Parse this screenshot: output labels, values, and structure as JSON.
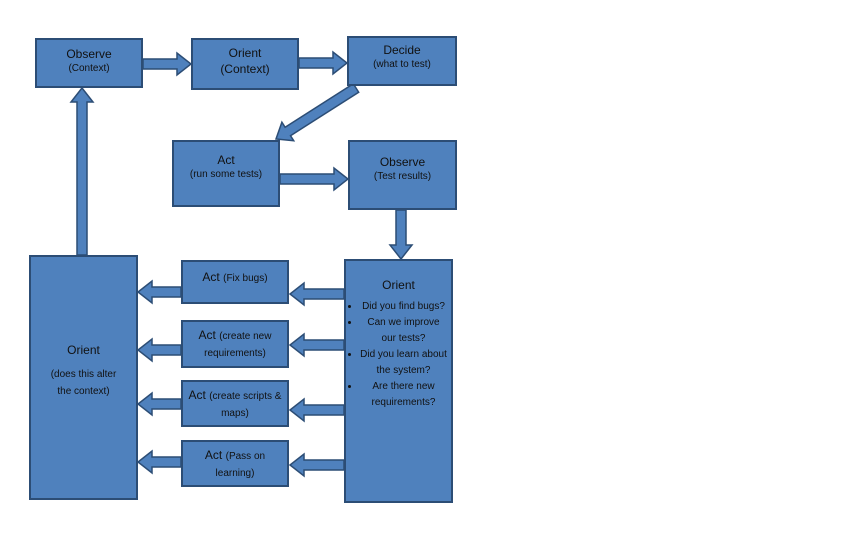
{
  "colors": {
    "fill": "#4f81bd",
    "border": "#2c4d75"
  },
  "nodes": {
    "observe_context": {
      "title": "Observe",
      "sub": "(Context)"
    },
    "orient_context": {
      "title": "Orient",
      "sub": "(Context)"
    },
    "decide": {
      "title": "Decide",
      "sub": "(what to test)"
    },
    "act_run": {
      "title": "Act",
      "sub": "(run some tests)"
    },
    "observe_results": {
      "title": "Observe",
      "sub": "(Test results)"
    },
    "orient_alter": {
      "title": "Orient",
      "sub": "(does this alter the context)"
    },
    "act_fix": {
      "title": "Act",
      "sub": "(Fix bugs)"
    },
    "act_req": {
      "title": "Act",
      "sub": "(create new requirements)"
    },
    "act_scripts": {
      "title": "Act",
      "sub": "(create scripts & maps)"
    },
    "act_pass": {
      "title": "Act",
      "sub": "(Pass on learning)"
    },
    "orient_questions": {
      "title": "Orient",
      "bullets": [
        "Did you find bugs?",
        "Can we improve our tests?",
        "Did you learn about the system?",
        "Are there new requirements?"
      ]
    }
  }
}
